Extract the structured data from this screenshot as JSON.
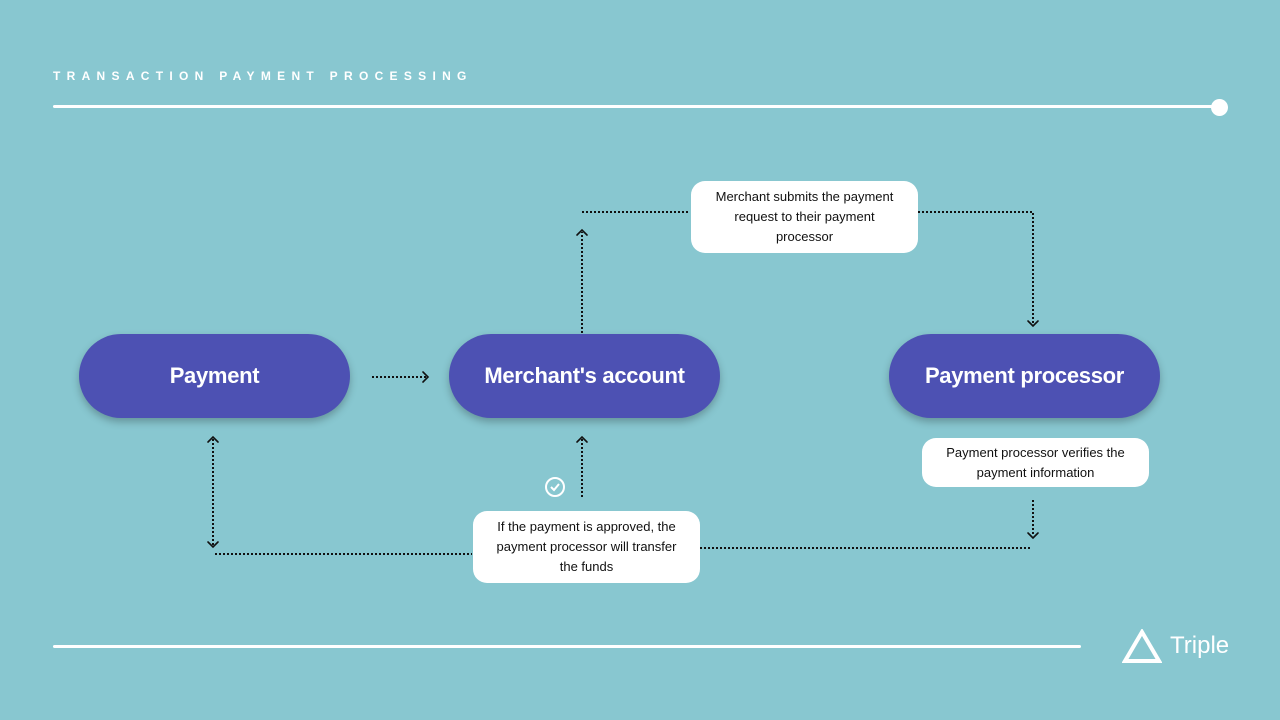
{
  "title": "TRANSACTION PAYMENT PROCESSING",
  "nodes": {
    "payment": "Payment",
    "merchant": "Merchant's account",
    "processor": "Payment processor"
  },
  "notes": {
    "submit": "Merchant submits the payment request to their payment processor",
    "verify": "Payment processor verifies the payment information",
    "approve": "If the payment is approved, the payment processor will transfer the funds"
  },
  "brand": "Triple"
}
